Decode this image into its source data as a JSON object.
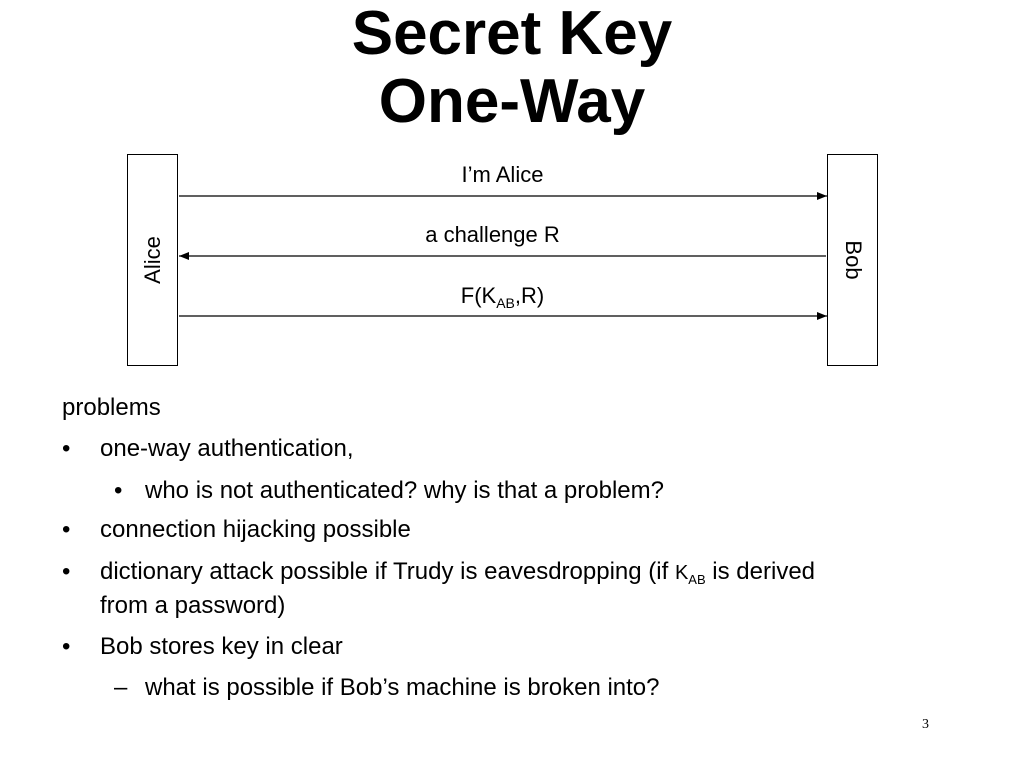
{
  "title": {
    "line1": "Secret Key",
    "line2": "One-Way"
  },
  "diagram": {
    "alice": "Alice",
    "bob": "Bob",
    "messages": [
      {
        "text": "I’m Alice",
        "direction": "alice-to-bob"
      },
      {
        "text": "a challenge R",
        "direction": "bob-to-alice"
      },
      {
        "prefix": "F(K",
        "subscript": "AB",
        "suffix": ",R)",
        "direction": "alice-to-bob"
      }
    ]
  },
  "problems": {
    "heading": "problems",
    "item1": "one-way authentication,",
    "item1_sub": "who is not authenticated? why is that a problem?",
    "item2": "connection hijacking possible",
    "item3_before": "dictionary attack possible if Trudy is eavesdropping (if ",
    "item3_key": "K",
    "item3_key_sub": "AB",
    "item3_after": " is derived",
    "item3_line2": "from a password)",
    "item4": "Bob stores key in clear",
    "item4_sub": "what is possible if Bob’s machine is broken into?",
    "bullet": "•",
    "dash": "–"
  },
  "page_number": "3"
}
